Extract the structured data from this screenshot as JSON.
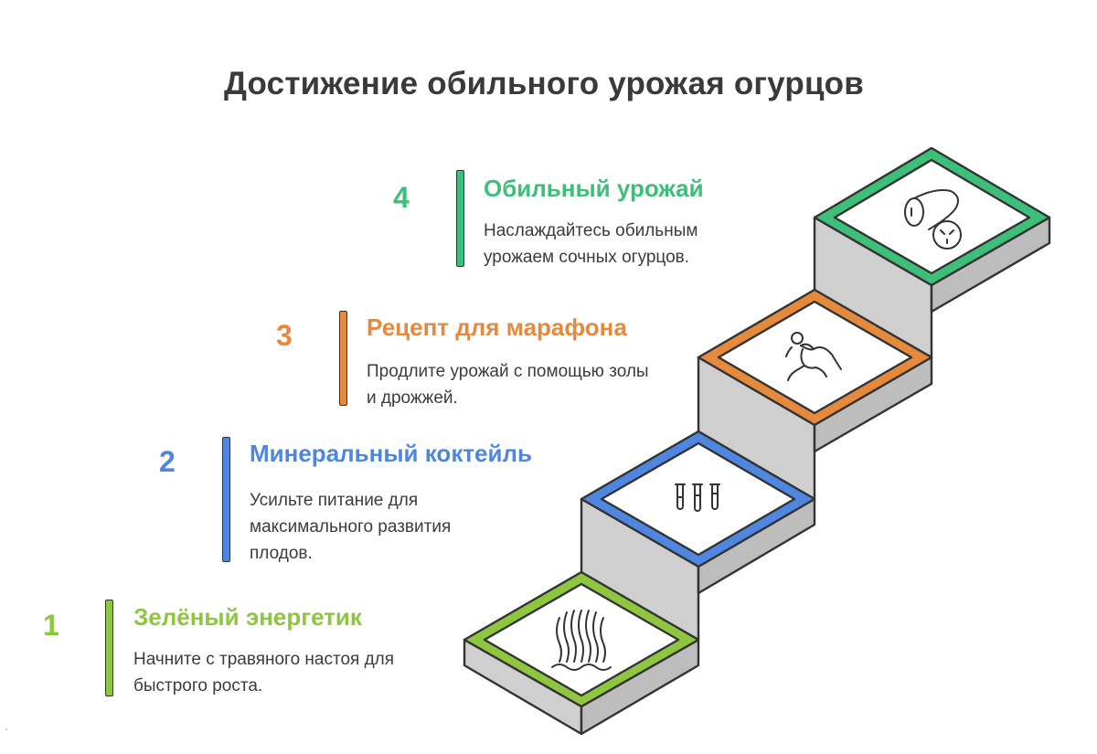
{
  "title": "Достижение обильного урожая огурцов",
  "steps": [
    {
      "number": "1",
      "heading": "Зелёный энергетик",
      "description": "Начните с травяного настоя для быстрого роста.",
      "color": "#8fc640",
      "icon": "steam-icon"
    },
    {
      "number": "2",
      "heading": "Минеральный коктейль",
      "description": "Усильте питание для максимального развития плодов.",
      "color": "#4f86e0",
      "icon": "test-tubes-icon"
    },
    {
      "number": "3",
      "heading": "Рецепт для марафона",
      "description": "Продлите урожай с помощью золы и дрожжей.",
      "color": "#e58a3c",
      "icon": "runner-icon"
    },
    {
      "number": "4",
      "heading": "Обильный урожай",
      "description": "Наслаждайтесь обильным урожаем сочных огурцов.",
      "color": "#3dbf7a",
      "icon": "cucumber-icon"
    }
  ]
}
